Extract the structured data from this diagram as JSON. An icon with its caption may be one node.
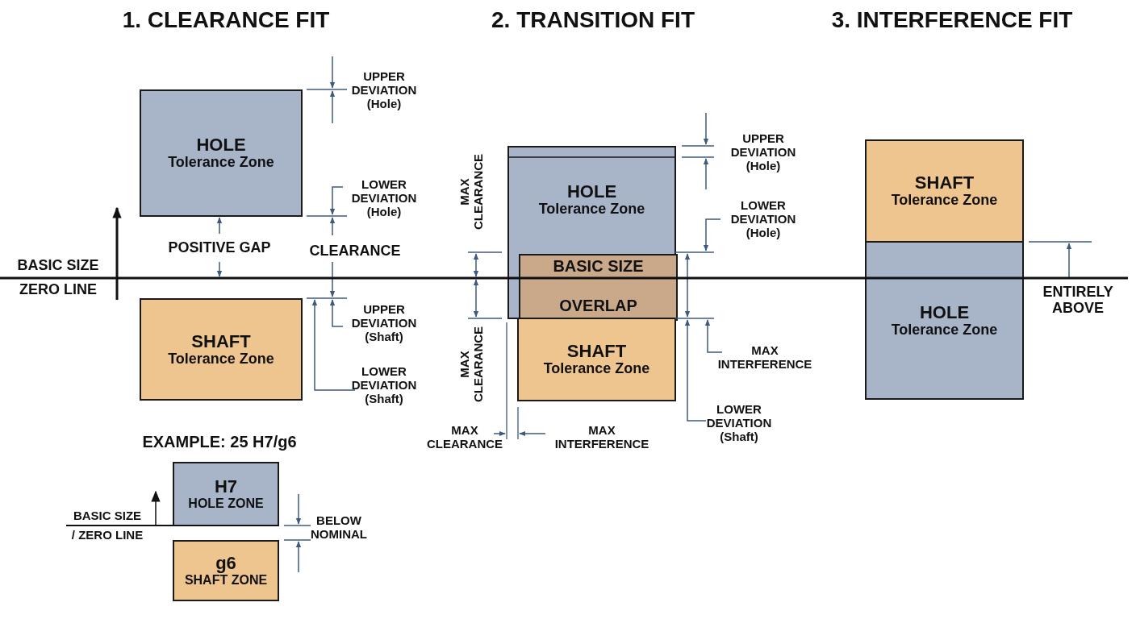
{
  "diagram": {
    "nodes": [
      {
        "text": [
          "HOLE",
          "Tolerance Zone"
        ]
      },
      {
        "text": [
          "SHAFT",
          "Tolerance Zone"
        ]
      },
      {
        "text": [
          "HOLE",
          "Tolerance Zone"
        ]
      },
      {
        "text": [
          "BASIC SIZE",
          "OVERLAP"
        ],
        "in": 2
      },
      {
        "text": [
          "SHAFT",
          "Tolerance Zone"
        ]
      },
      {
        "text": [
          "SHAFT",
          "Tolerance Zone"
        ]
      },
      {
        "text": [
          "HOLE",
          "Tolerance Zone"
        ]
      },
      {
        "text": [
          "H7",
          "HOLE ZONE"
        ]
      },
      {
        "text": [
          "g6",
          "SHAFT ZONE"
        ]
      }
    ],
    "labels": [
      "1. CLEARANCE FIT",
      "2. TRANSITION FIT",
      "3. INTERFERENCE FIT",
      "UPPER DEVIATION (Hole)",
      "UPPER DEVIATION (Hole)",
      "MAX CLEARANCE",
      "LOWER DEVIATION (Hole)",
      "LOWER DEVIATION (Hole)",
      "POSITIVE GAP",
      "CLEARANCE",
      "BASIC SIZE",
      "ZERO LINE",
      "ENTIRELY ABOVE",
      "UPPER DEVIATION (Shaft)",
      "MAX INTERFERENCE",
      "MAX CLEARANCE",
      "LOWER DEVIATION (Shaft)",
      "LOWER DEVIATION (Shaft)",
      "EXAMPLE: 25 H7/g6",
      "MAX CLEARANCE",
      "MAX INTERFERENCE",
      "BASIC SIZE",
      "/ ZERO LINE",
      "BELOW NOMINAL"
    ]
  }
}
